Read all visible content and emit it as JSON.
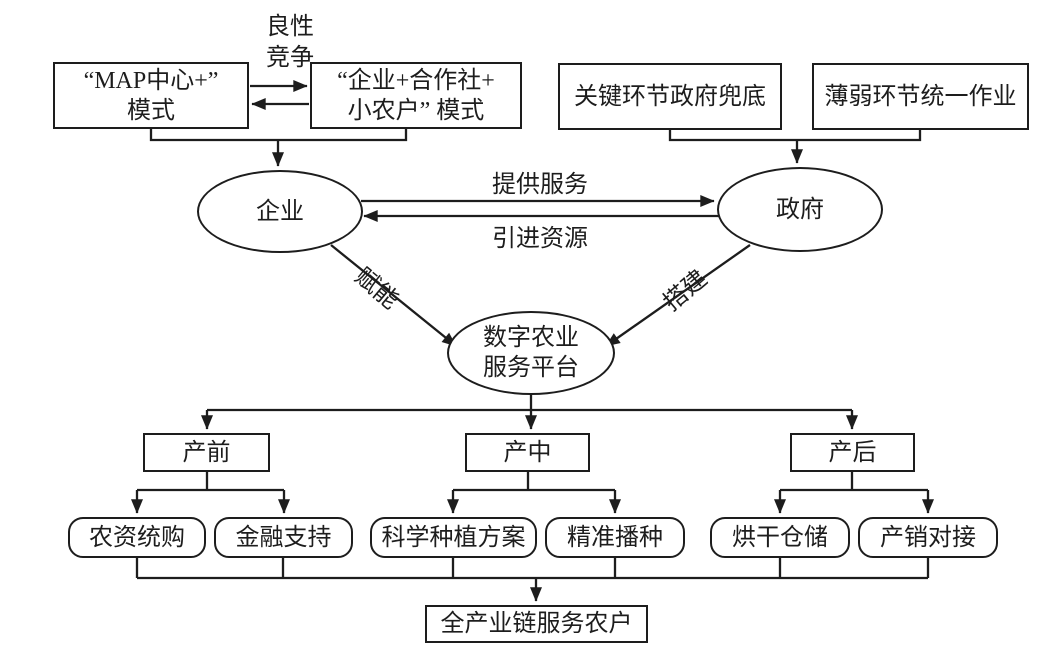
{
  "palette": {
    "ink": "#1d1d1d",
    "background": "#ffffff"
  },
  "nodes": {
    "map_mode": {
      "label": "“MAP中心+”\n模式"
    },
    "coop_mode": {
      "label": "“企业+合作社+\n小农户” 模式"
    },
    "gov_backstop": {
      "label": "关键环节政府兜底"
    },
    "weak_unified": {
      "label": "薄弱环节统一作业"
    },
    "enterprise": {
      "label": "企业"
    },
    "government": {
      "label": "政府"
    },
    "platform": {
      "label": "数字农业\n服务平台"
    },
    "pre_production": {
      "label": "产前"
    },
    "mid_production": {
      "label": "产中"
    },
    "post_production": {
      "label": "产后"
    },
    "agri_purchase": {
      "label": "农资统购"
    },
    "financial_support": {
      "label": "金融支持"
    },
    "planting_plan": {
      "label": "科学种植方案"
    },
    "precision_seeding": {
      "label": "精准播种"
    },
    "drying_storage": {
      "label": "烘干仓储"
    },
    "marketing_link": {
      "label": "产销对接"
    },
    "full_chain": {
      "label": "全产业链服务农户"
    }
  },
  "edges": {
    "benign_competition": {
      "label": "良性\n竞争"
    },
    "provide_services": {
      "label": "提供服务"
    },
    "introduce_resources": {
      "label": "引进资源"
    },
    "empower": {
      "label": "赋能"
    },
    "build": {
      "label": "搭建"
    }
  }
}
